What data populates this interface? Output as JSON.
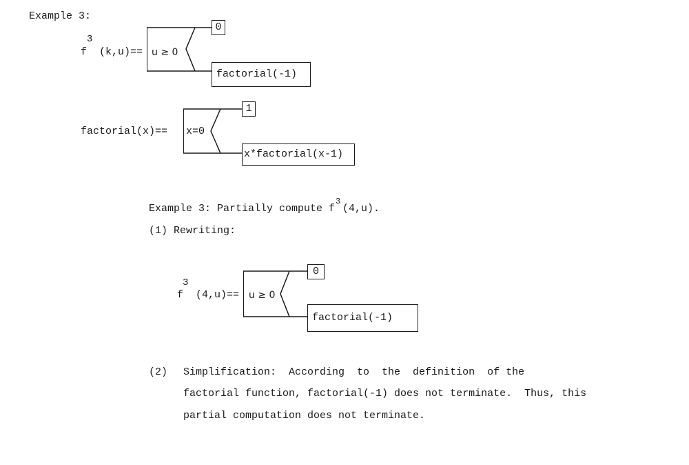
{
  "heading": "Example 3:",
  "def1": {
    "sup": "3",
    "lhs": "f  (k,u)==",
    "cond": "u ≥ 0",
    "true_val": "0",
    "false_val": "factorial(-1)"
  },
  "def2": {
    "lhs": "factorial(x)==",
    "cond": "x=0",
    "true_val": "1",
    "false_val": "x*factorial(x-1)"
  },
  "example_line": {
    "prefix": "Example 3: Partially compute f",
    "sup": "3",
    "suffix": "(4,u)."
  },
  "step1_label": "(1) Rewriting:",
  "def3": {
    "sup": "3",
    "lhs": "f  (4,u)==",
    "cond": "u ≥ 0",
    "true_val": "0",
    "false_val": "factorial(-1)"
  },
  "step2": {
    "num": "(2)",
    "line1": "Simplification:  According  to  the  definition  of the",
    "line2": "factorial function, factorial(-1) does not terminate.  Thus, this",
    "line3": "partial computation does not terminate."
  }
}
